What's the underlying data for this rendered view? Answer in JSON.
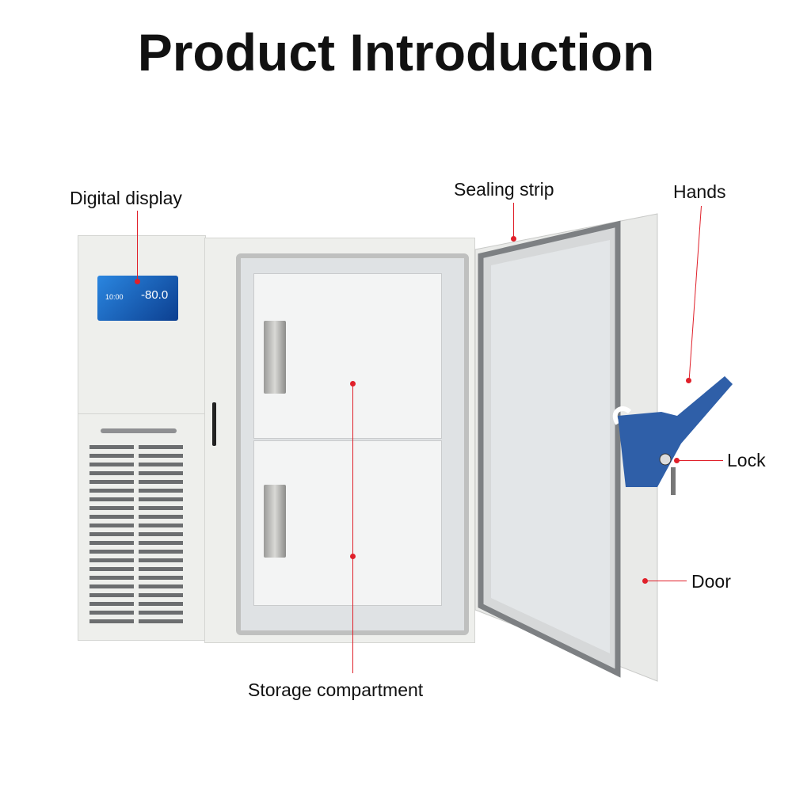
{
  "title": "Product Introduction",
  "labels": {
    "digital_display": "Digital display",
    "sealing_strip": "Sealing strip",
    "hands": "Hands",
    "lock": "Lock",
    "door": "Door",
    "storage": "Storage compartment"
  },
  "display": {
    "time": "10:00",
    "temperature": "-80.0"
  },
  "colors": {
    "accent": "#e0202a",
    "handle_blue": "#2f5fa8",
    "screen": "#1a5fb8"
  }
}
